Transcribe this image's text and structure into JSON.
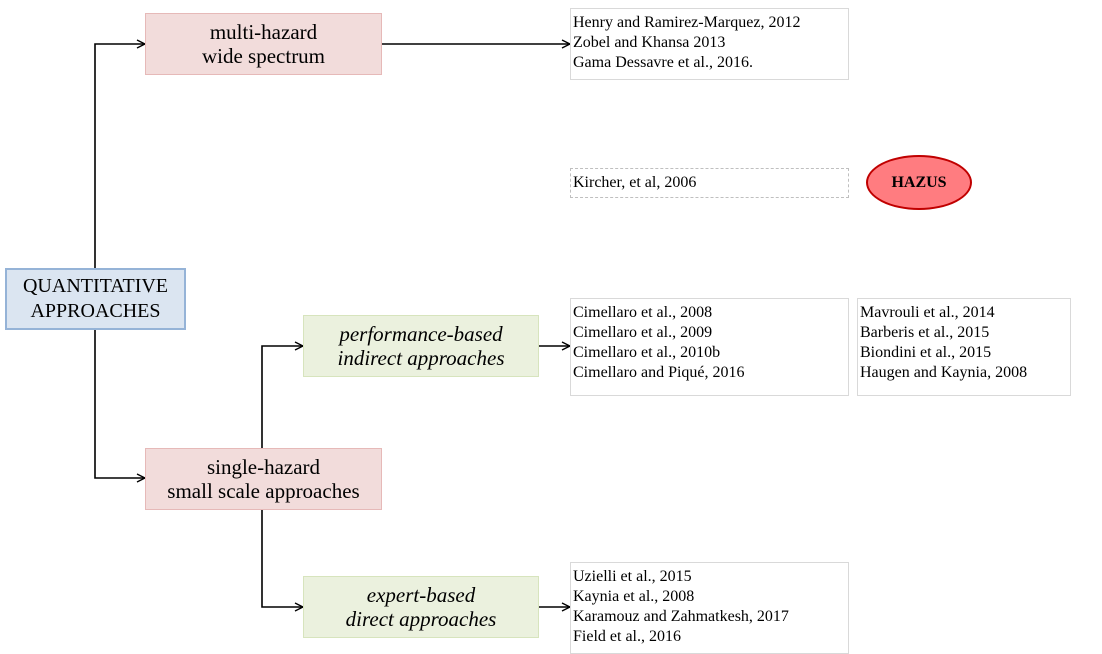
{
  "root": {
    "line1": "QUANTITATIVE",
    "line2": "APPROACHES"
  },
  "multi_hazard": {
    "line1": "multi-hazard",
    "line2": "wide spectrum"
  },
  "single_hazard": {
    "line1": "single-hazard",
    "line2": "small scale approaches"
  },
  "performance_based": {
    "line1": "performance-based",
    "line2": "indirect approaches"
  },
  "expert_based": {
    "line1": "expert-based",
    "line2": "direct approaches"
  },
  "refs_multi_hazard": [
    "Henry and Ramirez-Marquez, 2012",
    "Zobel and Khansa 2013",
    "Gama Dessavre et al., 2016."
  ],
  "refs_kircher": [
    "Kircher, et al, 2006"
  ],
  "hazus": {
    "label": "HAZUS",
    "fill": "#ff7c80",
    "stroke": "#c00000"
  },
  "refs_performance_a": [
    "Cimellaro et al., 2008",
    "Cimellaro et al., 2009",
    "Cimellaro et al., 2010b",
    "Cimellaro and Piqué, 2016"
  ],
  "refs_performance_b": [
    "Mavrouli et al., 2014",
    "Barberis et al., 2015",
    "Biondini et al., 2015",
    "Haugen and Kaynia, 2008"
  ],
  "refs_expert": [
    "Uzielli  et al., 2015",
    "Kaynia et al., 2008",
    "Karamouz and Zahmatkesh, 2017",
    "Field et al., 2016"
  ],
  "colors": {
    "root_fill": "#dbe5f1",
    "root_border": "#95b3d7",
    "pink_fill": "#f2dcdb",
    "green_fill": "#ebf1de"
  }
}
